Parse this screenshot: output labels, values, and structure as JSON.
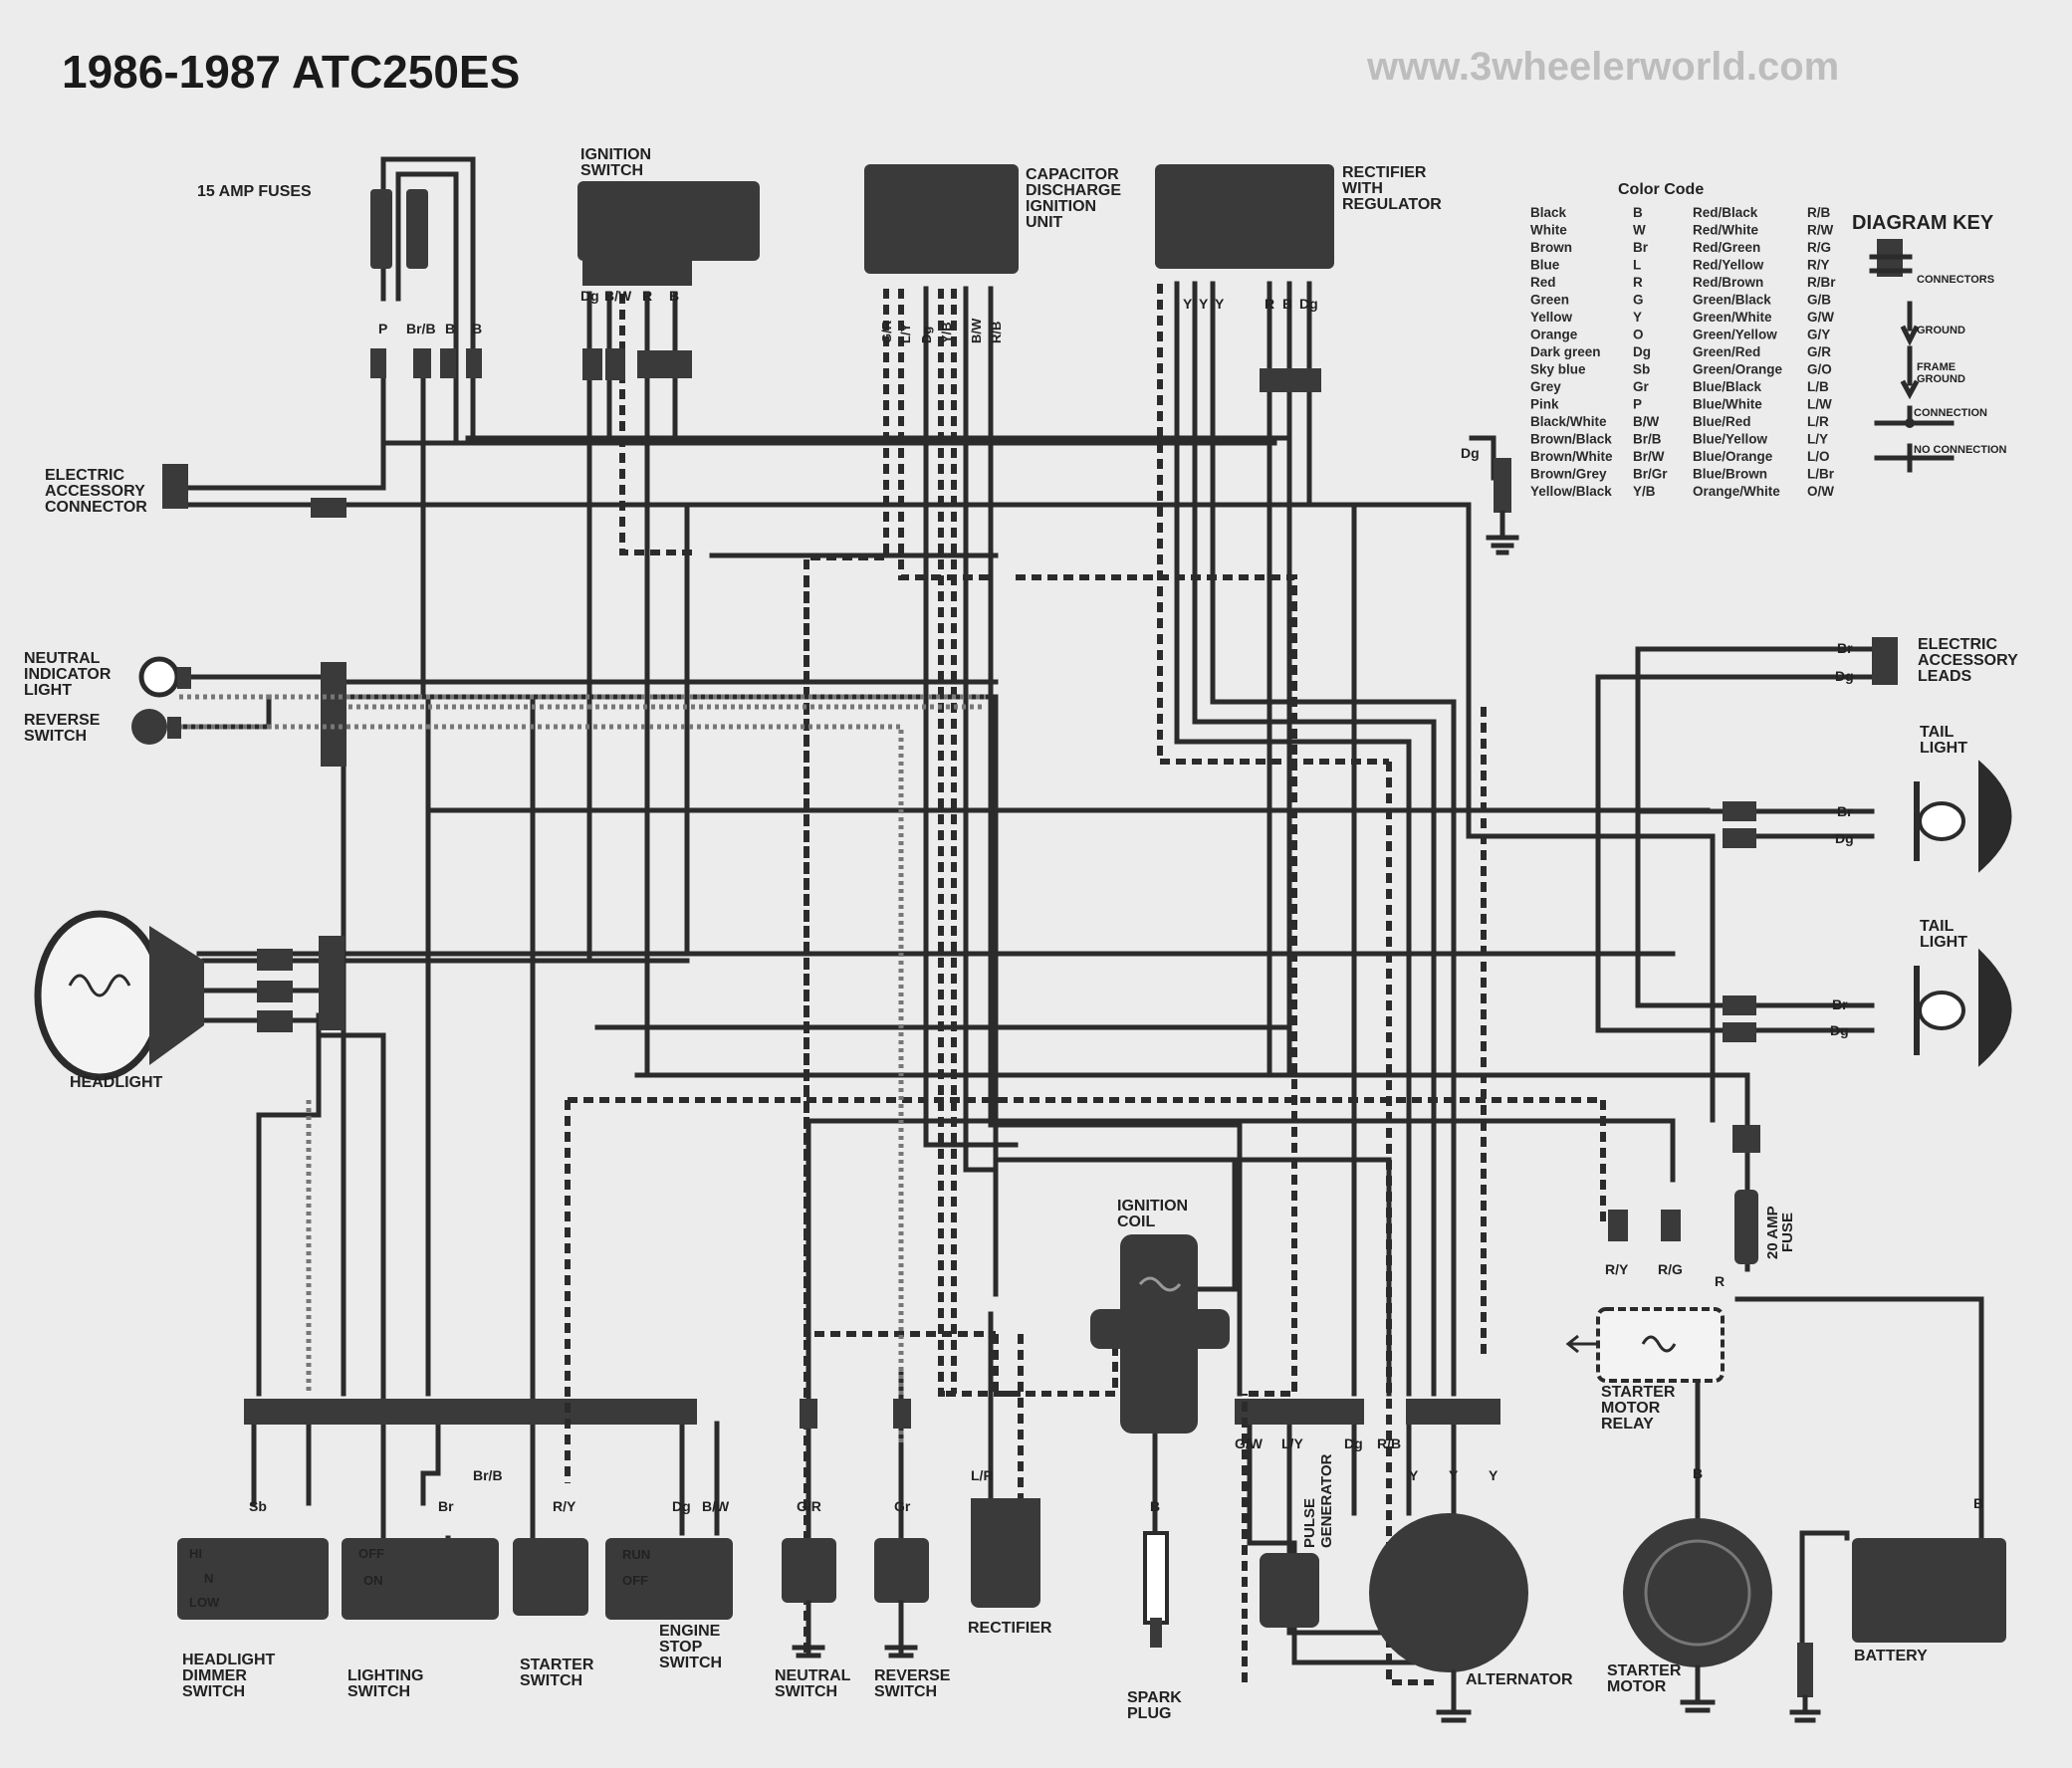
{
  "title": "1986-1987 ATC250ES",
  "website": "www.3wheelerworld.com",
  "components": {
    "fuses": "15 AMP FUSES",
    "ignition_switch": [
      "IGNITION",
      "SWITCH"
    ],
    "cdi": [
      "CAPACITOR",
      "DISCHARGE",
      "IGNITION",
      "UNIT"
    ],
    "rectifier_regulator": [
      "RECTIFIER",
      "WITH",
      "REGULATOR"
    ],
    "electric_accessory_connector": [
      "ELECTRIC",
      "ACCESSORY",
      "CONNECTOR"
    ],
    "neutral_indicator": [
      "NEUTRAL",
      "INDICATOR",
      "LIGHT"
    ],
    "reverse_switch_light": [
      "REVERSE",
      "SWITCH"
    ],
    "headlight": "HEADLIGHT",
    "electric_accessory_leads": [
      "ELECTRIC",
      "ACCESSORY",
      "LEADS"
    ],
    "tail_light": [
      "TAIL",
      "LIGHT"
    ],
    "ignition_coil": [
      "IGNITION",
      "COIL"
    ],
    "fuse_20": [
      "20 AMP",
      "FUSE"
    ],
    "starter_motor_relay": [
      "STARTER",
      "MOTOR",
      "RELAY"
    ],
    "headlight_dimmer_switch": [
      "HEADLIGHT",
      "DIMMER",
      "SWITCH"
    ],
    "lighting_switch": [
      "LIGHTING",
      "SWITCH"
    ],
    "starter_switch": [
      "STARTER",
      "SWITCH"
    ],
    "engine_stop_switch": [
      "ENGINE",
      "STOP",
      "SWITCH"
    ],
    "neutral_switch": [
      "NEUTRAL",
      "SWITCH"
    ],
    "reverse_switch": [
      "REVERSE",
      "SWITCH"
    ],
    "rectifier": "RECTIFIER",
    "spark_plug": [
      "SPARK",
      "PLUG"
    ],
    "pulse_generator": [
      "PULSE",
      "GENERATOR"
    ],
    "alternator": "ALTERNATOR",
    "starter_motor": [
      "STARTER",
      "MOTOR"
    ],
    "battery": "BATTERY"
  },
  "wire_labels": {
    "fuses": [
      "P",
      "Br/B",
      "B",
      "B"
    ],
    "ignition_switch": [
      "Dg",
      "B/W",
      "R",
      "B"
    ],
    "cdi": [
      "G/R",
      "L/Y",
      "Dg",
      "Y/B",
      "B/W",
      "R/B"
    ],
    "rectifier_left": [
      "Y",
      "Y",
      "Y"
    ],
    "rectifier_right": [
      "R",
      "B",
      "Dg"
    ],
    "ground_dg": "Dg",
    "accessory_leads": [
      "Br",
      "Dg"
    ],
    "tail_upper": [
      "Br",
      "Dg"
    ],
    "tail_lower": [
      "Br",
      "Dg"
    ],
    "relay_top": [
      "R/Y",
      "R/G",
      "R"
    ],
    "bottom": [
      "Sb",
      "Br/B",
      "Br",
      "R/Y",
      "Dg",
      "B/W",
      "G/R",
      "Gr",
      "L/R",
      "B",
      "G/W",
      "L/Y",
      "Dg",
      "R/B",
      "Y",
      "Y",
      "Y",
      "B",
      "B"
    ],
    "dimmer_positions": [
      "HI",
      "N",
      "LOW"
    ],
    "lighting_positions": [
      "OFF",
      "ON"
    ],
    "stop_positions": [
      "RUN",
      "OFF"
    ]
  },
  "color_code": {
    "heading": "Color Code",
    "left": [
      [
        "Black",
        "B"
      ],
      [
        "White",
        "W"
      ],
      [
        "Brown",
        "Br"
      ],
      [
        "Blue",
        "L"
      ],
      [
        "Red",
        "R"
      ],
      [
        "Green",
        "G"
      ],
      [
        "Yellow",
        "Y"
      ],
      [
        "Orange",
        "O"
      ],
      [
        "Dark green",
        "Dg"
      ],
      [
        "Sky blue",
        "Sb"
      ],
      [
        "Grey",
        "Gr"
      ],
      [
        "Pink",
        "P"
      ],
      [
        "Black/White",
        "B/W"
      ],
      [
        "Brown/Black",
        "Br/B"
      ],
      [
        "Brown/White",
        "Br/W"
      ],
      [
        "Brown/Grey",
        "Br/Gr"
      ],
      [
        "Yellow/Black",
        "Y/B"
      ]
    ],
    "right": [
      [
        "Red/Black",
        "R/B"
      ],
      [
        "Red/White",
        "R/W"
      ],
      [
        "Red/Green",
        "R/G"
      ],
      [
        "Red/Yellow",
        "R/Y"
      ],
      [
        "Red/Brown",
        "R/Br"
      ],
      [
        "Green/Black",
        "G/B"
      ],
      [
        "Green/White",
        "G/W"
      ],
      [
        "Green/Yellow",
        "G/Y"
      ],
      [
        "Green/Red",
        "G/R"
      ],
      [
        "Green/Orange",
        "G/O"
      ],
      [
        "Blue/Black",
        "L/B"
      ],
      [
        "Blue/White",
        "L/W"
      ],
      [
        "Blue/Red",
        "L/R"
      ],
      [
        "Blue/Yellow",
        "L/Y"
      ],
      [
        "Blue/Orange",
        "L/O"
      ],
      [
        "Blue/Brown",
        "L/Br"
      ],
      [
        "Orange/White",
        "O/W"
      ]
    ]
  },
  "diagram_key": {
    "heading": "DIAGRAM KEY",
    "items": [
      "CONNECTORS",
      "GROUND",
      "FRAME",
      "GROUND",
      "CONNECTION",
      "NO CONNECTION"
    ]
  }
}
